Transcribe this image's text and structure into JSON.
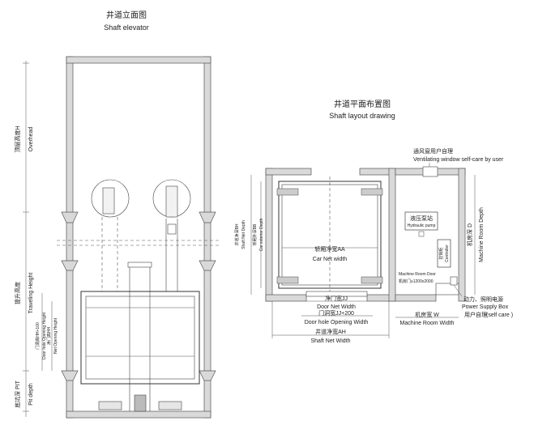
{
  "elevation": {
    "title_cn": "井道立面图",
    "title_en": "Shaft elevator",
    "overhead": [
      "顶层高度H",
      "Overhead"
    ],
    "travel": [
      "提升高度",
      "Traveling Height"
    ],
    "door_opening": [
      "门洞高HH+100",
      "Door hole Opening Height"
    ],
    "net_opening": [
      "净门高HH",
      "Net Opening Height"
    ],
    "pit": [
      "底坑深 PIT",
      "Pit depth"
    ]
  },
  "layout": {
    "title_cn": "井道平面布置图",
    "title_en": "Shaft layout drawing",
    "vent_cn": "通风窗用户自理",
    "vent_en": "Ventilating window self-care by user",
    "car_width": [
      "轿厢净宽AA",
      "Car Net width"
    ],
    "shaft_depth": [
      "井道净深BH",
      "Shaft Net Depth"
    ],
    "car_ext_depth": [
      "轿厢外深BB",
      "Car exterior Depth"
    ],
    "door_width": [
      "净门宽JJ",
      "Door Net Width"
    ],
    "door_hole": [
      "门洞宽JJ+200",
      "Door hole Opening Width"
    ],
    "shaft_width": [
      "井道净宽AH",
      "Shaft Net Width"
    ],
    "hydraulic": [
      "液压泵站",
      "Hydraulic pump"
    ],
    "control": [
      "控制柜",
      "Controller"
    ],
    "machine_depth": [
      "机房深 D",
      "Machine Room Depth"
    ],
    "machine_door": [
      "Machine Room Door",
      "机房门≥1200x2000"
    ],
    "machine_width": [
      "机房宽 W",
      "Machine Room Width"
    ],
    "power": [
      "动力、照明电源",
      "Power Supply Box",
      "用户自理",
      "(self care )"
    ]
  }
}
